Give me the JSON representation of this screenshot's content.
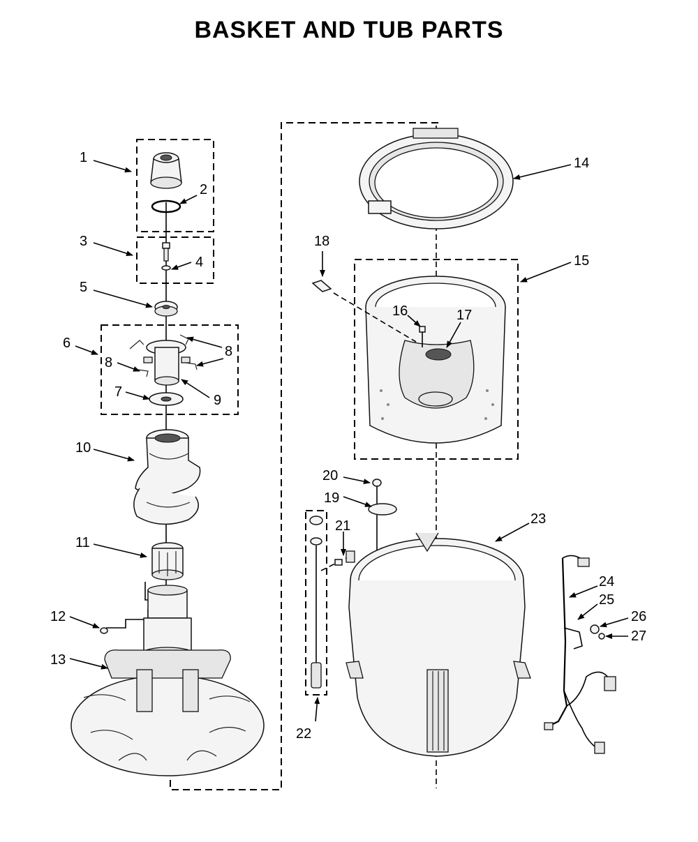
{
  "title": "BASKET AND TUB PARTS",
  "callouts": [
    "1",
    "2",
    "3",
    "4",
    "5",
    "6",
    "7",
    "8",
    "8",
    "8",
    "9",
    "10",
    "11",
    "12",
    "13",
    "14",
    "15",
    "16",
    "17",
    "18",
    "19",
    "20",
    "21",
    "22",
    "23",
    "24",
    "25",
    "26",
    "27"
  ]
}
